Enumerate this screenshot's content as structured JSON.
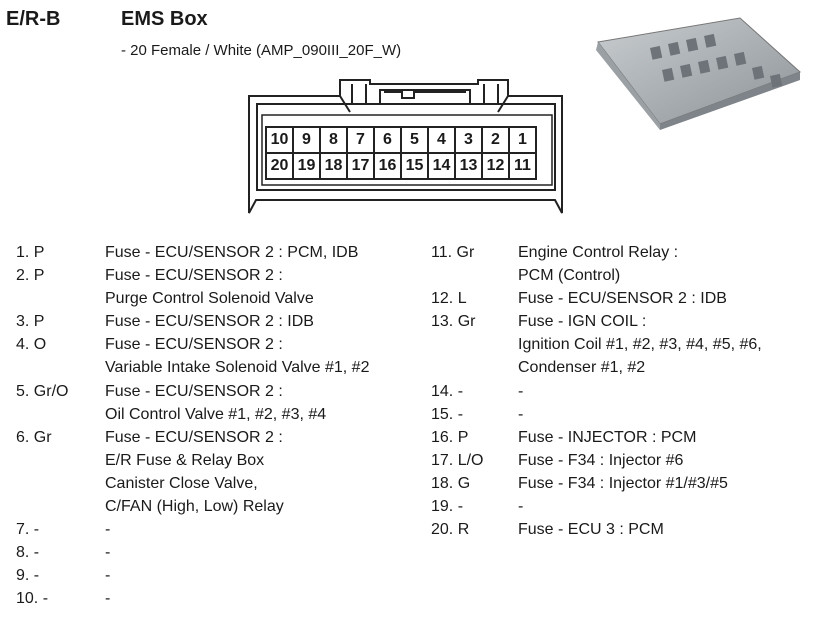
{
  "header": {
    "code": "E/R-B",
    "title": "EMS Box",
    "subtitle": "- 20 Female / White (AMP_090III_20F_W)"
  },
  "connector": {
    "top_row": [
      "10",
      "9",
      "8",
      "7",
      "6",
      "5",
      "4",
      "3",
      "2",
      "1"
    ],
    "bottom_row": [
      "20",
      "19",
      "18",
      "17",
      "16",
      "15",
      "14",
      "13",
      "12",
      "11"
    ]
  },
  "left_lines": [
    {
      "num": "1. P",
      "desc": "Fuse - ECU/SENSOR 2 : PCM, IDB"
    },
    {
      "num": "2. P",
      "desc": "Fuse - ECU/SENSOR 2 :"
    },
    {
      "num": "",
      "desc": "Purge Control Solenoid Valve"
    },
    {
      "num": "3. P",
      "desc": "Fuse - ECU/SENSOR 2 : IDB"
    },
    {
      "num": "4. O",
      "desc": "Fuse - ECU/SENSOR 2 :"
    },
    {
      "num": "",
      "desc": "Variable Intake Solenoid Valve #1, #2"
    },
    {
      "num": "5. Gr/O",
      "desc": "Fuse - ECU/SENSOR 2 :"
    },
    {
      "num": "",
      "desc": "Oil Control Valve #1, #2, #3, #4"
    },
    {
      "num": "6. Gr",
      "desc": "Fuse - ECU/SENSOR 2 :"
    },
    {
      "num": "",
      "desc": "E/R Fuse & Relay Box"
    },
    {
      "num": "",
      "desc": "Canister Close Valve,"
    },
    {
      "num": "",
      "desc": "C/FAN (High, Low) Relay"
    },
    {
      "num": "7. -",
      "desc": "-"
    },
    {
      "num": "8. -",
      "desc": "-"
    },
    {
      "num": "9. -",
      "desc": "-"
    },
    {
      "num": "10. -",
      "desc": "-"
    }
  ],
  "right_lines": [
    {
      "num": "11. Gr",
      "desc": "Engine Control Relay :"
    },
    {
      "num": "",
      "desc": "PCM (Control)"
    },
    {
      "num": "12. L",
      "desc": "Fuse - ECU/SENSOR 2 : IDB"
    },
    {
      "num": "13. Gr",
      "desc": "Fuse - IGN COIL :"
    },
    {
      "num": "",
      "desc": "Ignition Coil #1, #2, #3, #4, #5, #6,"
    },
    {
      "num": "",
      "desc": "Condenser #1, #2"
    },
    {
      "num": "14. -",
      "desc": "-"
    },
    {
      "num": "15. -",
      "desc": "-"
    },
    {
      "num": "16. P",
      "desc": "Fuse - INJECTOR : PCM"
    },
    {
      "num": "17. L/O",
      "desc": "Fuse - F34 : Injector #6"
    },
    {
      "num": "18. G",
      "desc": "Fuse - F34 : Injector #1/#3/#5"
    },
    {
      "num": "19. -",
      "desc": "-"
    },
    {
      "num": "20. R",
      "desc": "Fuse - ECU 3 : PCM"
    }
  ]
}
